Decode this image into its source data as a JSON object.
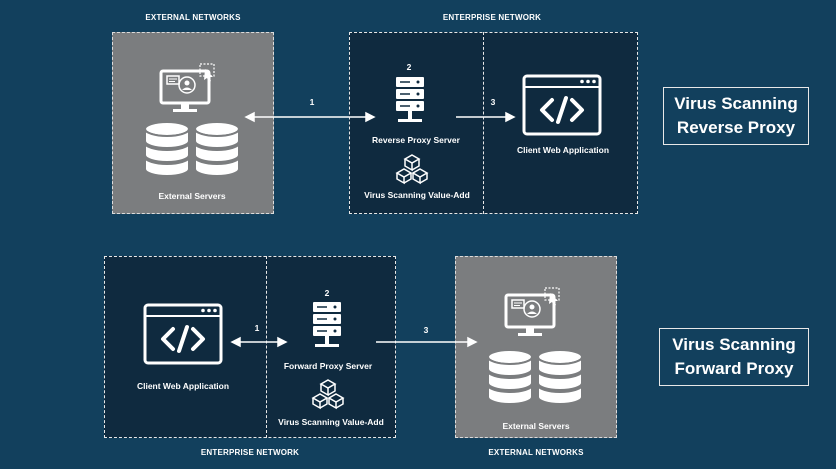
{
  "reverse": {
    "external_label": "EXTERNAL NETWORKS",
    "enterprise_label": "ENTERPRISE NETWORK",
    "external_servers": "External Servers",
    "proxy_server": "Reverse Proxy Server",
    "value_add": "Virus Scanning Value-Add",
    "client_app": "Client Web Application",
    "step1": "1",
    "step2": "2",
    "step3": "3",
    "title_line1": "Virus Scanning",
    "title_line2": "Reverse Proxy"
  },
  "forward": {
    "enterprise_label": "ENTERPRISE NETWORK",
    "external_label": "EXTERNAL NETWORKS",
    "client_app": "Client Web Application",
    "proxy_server": "Forward Proxy Server",
    "value_add": "Virus Scanning Value-Add",
    "external_servers": "External Servers",
    "step1": "1",
    "step2": "2",
    "step3": "3",
    "title_line1": "Virus Scanning",
    "title_line2": "Forward Proxy"
  },
  "colors": {
    "background": "#12405d",
    "external_box": "#7b7d7f",
    "enterprise_box": "#0f2a3f",
    "foreground": "#ffffff"
  }
}
